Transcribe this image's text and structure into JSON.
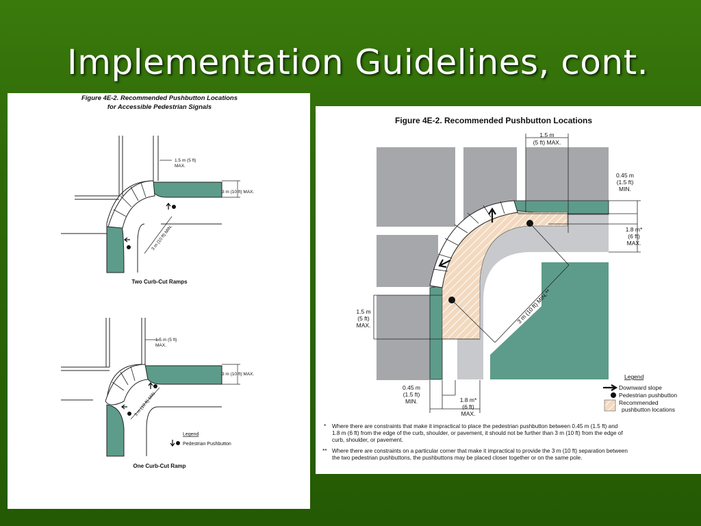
{
  "slide": {
    "title": "Implementation Guidelines, cont."
  },
  "left_figure": {
    "title_line1": "Figure 4E-2.  Recommended Pushbutton Locations",
    "title_line2": "for Accessible Pedestrian Signals",
    "top": {
      "caption": "Two Curb-Cut Ramps",
      "label_width_1": "1.5 m (5 ft)",
      "label_width_2": "MAX.",
      "label_offset": "3 m (10 ft) MAX.",
      "label_sep": "3 m (10 ft) MIN."
    },
    "bottom": {
      "caption": "One Curb-Cut Ramp",
      "label_width_1": "1.5 m (5 ft)",
      "label_width_2": "MAX.",
      "label_offset": "3 m (10 ft) MAX.",
      "label_sep": "3 m (10 ft) MIN.",
      "legend_title": "Legend",
      "legend_item": "Pedestrian Pushbutton"
    }
  },
  "right_figure": {
    "title": "Figure 4E-2.  Recommended Pushbutton Locations",
    "dim_top_1": "1.5 m",
    "dim_top_2": "(5 ft) MAX.",
    "dim_right_a_1": "0.45 m",
    "dim_right_a_2": "(1.5 ft)",
    "dim_right_a_3": "MIN.",
    "dim_right_b_1": "1.8 m*",
    "dim_right_b_2": "(6 ft)",
    "dim_right_b_3": "MAX.",
    "dim_left_1": "1.5 m",
    "dim_left_2": "(5 ft)",
    "dim_left_3": "MAX.",
    "dim_bottom_a_1": "0.45 m",
    "dim_bottom_a_2": "(1.5 ft)",
    "dim_bottom_a_3": "MIN.",
    "dim_bottom_b_1": "1.8 m*",
    "dim_bottom_b_2": "(6 ft)",
    "dim_bottom_b_3": "MAX.",
    "dim_diagonal": "3 m (10 ft) MIN.**",
    "legend_title": "Legend",
    "legend_items": [
      "Downward slope",
      "Pedestrian pushbutton",
      "Recommended",
      "pushbutton locations"
    ],
    "note1_mark": "*",
    "note1_lines": [
      "Where there are constraints that make it impractical to place the pedestrian pushbutton between 0.45 m (1.5 ft) and",
      "1.8 m (6 ft) from the edge of the curb, shoulder, or pavement, it should not be further than 3 m (10 ft) from the edge of",
      "curb, shoulder, or pavement."
    ],
    "note2_mark": "**",
    "note2_lines": [
      "Where there are constraints on a particular corner that make it impractical to provide the 3 m (10 ft) separation between",
      "the two pedestrian pushbuttons, the pushbuttons may be placed closer together or on the same pole."
    ]
  },
  "colors": {
    "background": "#2f6a08",
    "road_green": "#5d9c8a",
    "block_gray": "#a6a7aa",
    "light_gray": "#c8c9cc",
    "hatch_tan": "#f2d9bf"
  }
}
